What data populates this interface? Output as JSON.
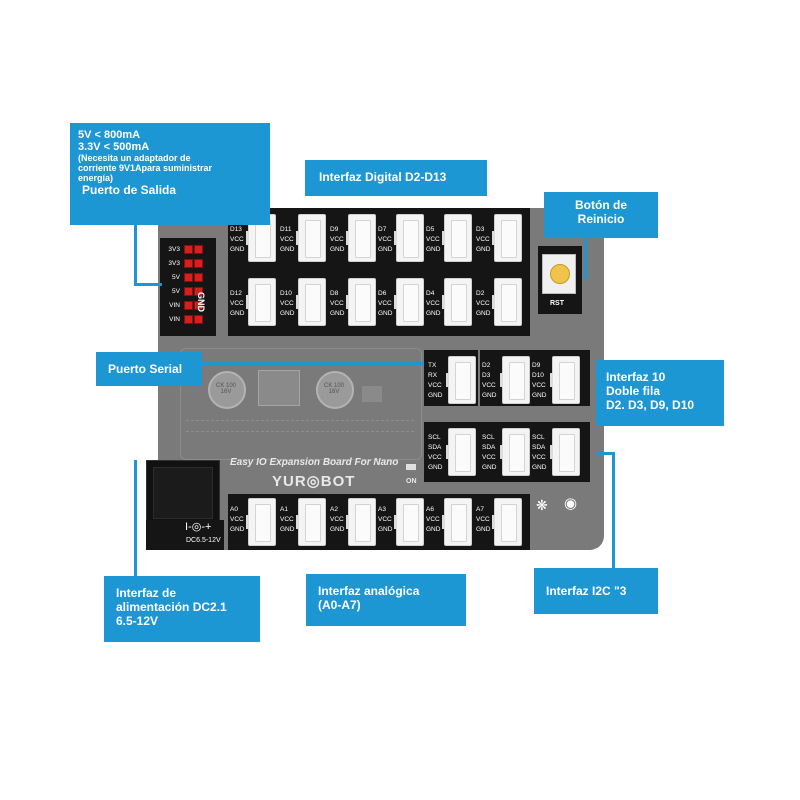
{
  "callouts": {
    "power_out": {
      "lines": [
        "5V < 800mA",
        "3.3V < 500mA",
        "(Necesita un adaptador de",
        "corriente 9V1Apara suministrar",
        "energía)",
        "Puerto de Salida"
      ]
    },
    "digital": "Interfaz Digital D2-D13",
    "reset": [
      "Botón de",
      "Reinicio"
    ],
    "serial": "Puerto Serial",
    "double_row": [
      "Interfaz 10",
      "Doble fila",
      "D2. D3, D9, D10"
    ],
    "power_in": [
      "Interfaz de",
      "alimentación DC2.1",
      "6.5-12V"
    ],
    "analog": [
      "Interfaz analógica",
      "(A0-A7)"
    ],
    "i2c": "Interfaz I2C \"3"
  },
  "board": {
    "title": "Easy IO Expansion Board For Nano",
    "brand": "YUR◎BOT",
    "rst": "RST",
    "on": "ON",
    "gnd": "GND",
    "dc_symbol": "I-◎-+",
    "dc_rating": "DC6.5-12V",
    "cap1": "CK 100 16V",
    "cap2": "CK 100 16V",
    "power_pins": [
      "3V3",
      "3V3",
      "5V",
      "5V",
      "VIN",
      "VIN"
    ],
    "digital_top": [
      "D13",
      "D11",
      "D9",
      "D7",
      "D5",
      "D3"
    ],
    "digital_bottom": [
      "D12",
      "D10",
      "D8",
      "D6",
      "D4",
      "D2"
    ],
    "analog": [
      "A0",
      "A1",
      "A2",
      "A3",
      "A6",
      "A7"
    ],
    "pin_vcc": "VCC",
    "pin_gnd": "GND",
    "serial": [
      "TX",
      "RX",
      "VCC",
      "GND"
    ],
    "double": [
      [
        "D2",
        "D3",
        "VCC",
        "GND"
      ],
      [
        "D9",
        "D10",
        "VCC",
        "GND"
      ]
    ],
    "i2c": [
      "SCL",
      "SDA",
      "VCC",
      "GND"
    ]
  }
}
